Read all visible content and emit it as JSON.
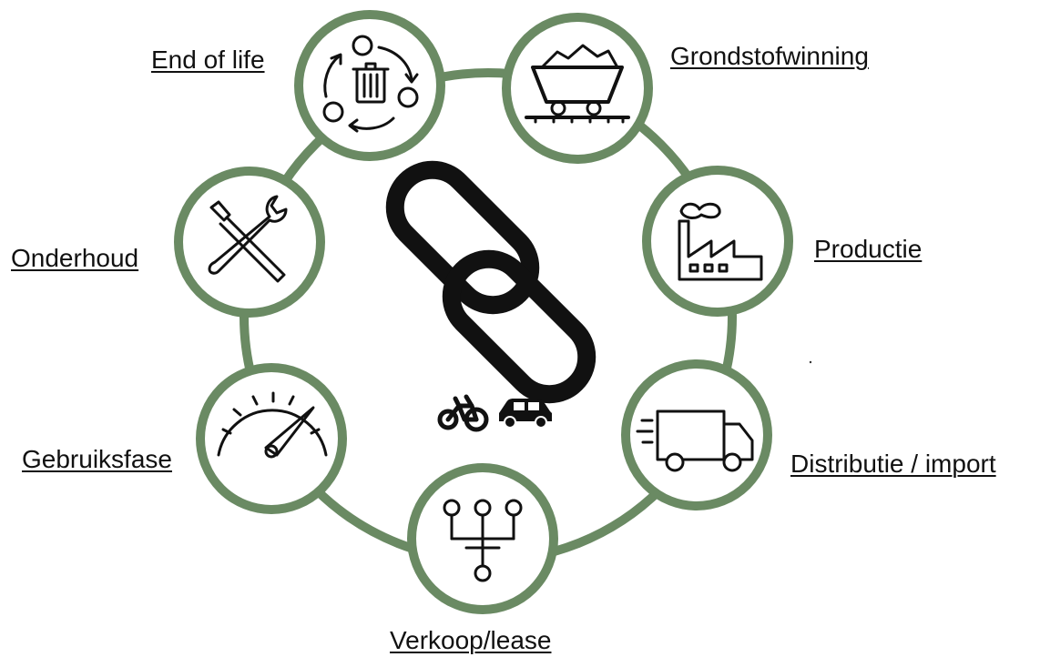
{
  "colors": {
    "ring": "#6a8a63",
    "icon": "#111111",
    "background": "#ffffff"
  },
  "stages": [
    {
      "id": "grondstofwinning",
      "label": "Grondstofwinning",
      "icon": "mine-cart-icon"
    },
    {
      "id": "productie",
      "label": "Productie",
      "icon": "factory-icon"
    },
    {
      "id": "distributie",
      "label": "Distributie / import",
      "icon": "delivery-truck-icon"
    },
    {
      "id": "verkoop",
      "label": "Verkoop/lease",
      "icon": "distribution-tree-icon"
    },
    {
      "id": "gebruiksfase",
      "label": "Gebruiksfase",
      "icon": "speedometer-icon"
    },
    {
      "id": "onderhoud",
      "label": "Onderhoud",
      "icon": "tools-icon"
    },
    {
      "id": "end-of-life",
      "label": "End of life",
      "icon": "recycle-bin-icon"
    }
  ],
  "center": {
    "icon": "chain-link-icon",
    "vehicles": [
      "bicycle-icon",
      "car-icon"
    ]
  }
}
